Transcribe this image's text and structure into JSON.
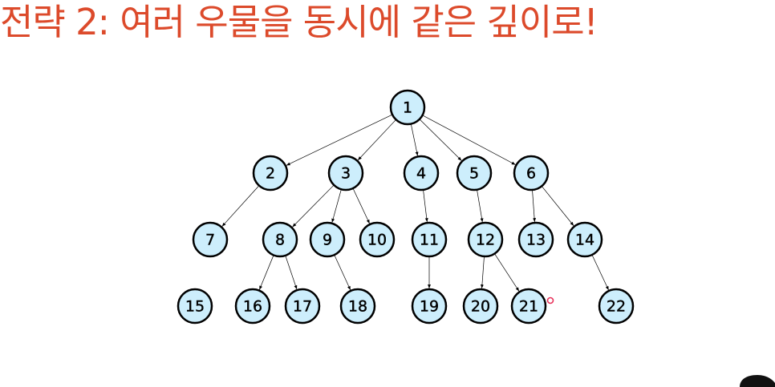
{
  "slide": {
    "title": "전략 2: 여러 우물을 동시에 같은 깊이로!"
  },
  "colors": {
    "title": "#dc4a2b",
    "node_fill": "#cdeefc",
    "node_stroke": "#000000",
    "edge": "#000000",
    "cursor": "#e8325a"
  },
  "tree": {
    "nodes": [
      {
        "id": "1",
        "label": "1"
      },
      {
        "id": "2",
        "label": "2"
      },
      {
        "id": "3",
        "label": "3"
      },
      {
        "id": "4",
        "label": "4"
      },
      {
        "id": "5",
        "label": "5"
      },
      {
        "id": "6",
        "label": "6"
      },
      {
        "id": "7",
        "label": "7"
      },
      {
        "id": "8",
        "label": "8"
      },
      {
        "id": "9",
        "label": "9"
      },
      {
        "id": "10",
        "label": "10"
      },
      {
        "id": "11",
        "label": "11"
      },
      {
        "id": "12",
        "label": "12"
      },
      {
        "id": "13",
        "label": "13"
      },
      {
        "id": "14",
        "label": "14"
      },
      {
        "id": "15",
        "label": "15"
      },
      {
        "id": "16",
        "label": "16"
      },
      {
        "id": "17",
        "label": "17"
      },
      {
        "id": "18",
        "label": "18"
      },
      {
        "id": "19",
        "label": "19"
      },
      {
        "id": "20",
        "label": "20"
      },
      {
        "id": "21",
        "label": "21"
      },
      {
        "id": "22",
        "label": "22"
      }
    ],
    "edges": [
      {
        "from": "1",
        "to": "2"
      },
      {
        "from": "1",
        "to": "3"
      },
      {
        "from": "1",
        "to": "4"
      },
      {
        "from": "1",
        "to": "5"
      },
      {
        "from": "1",
        "to": "6"
      },
      {
        "from": "2",
        "to": "7"
      },
      {
        "from": "3",
        "to": "8"
      },
      {
        "from": "3",
        "to": "9"
      },
      {
        "from": "3",
        "to": "10"
      },
      {
        "from": "4",
        "to": "11"
      },
      {
        "from": "5",
        "to": "12"
      },
      {
        "from": "6",
        "to": "13"
      },
      {
        "from": "6",
        "to": "14"
      },
      {
        "from": "8",
        "to": "16"
      },
      {
        "from": "8",
        "to": "17"
      },
      {
        "from": "9",
        "to": "18"
      },
      {
        "from": "11",
        "to": "19"
      },
      {
        "from": "12",
        "to": "20"
      },
      {
        "from": "12",
        "to": "21"
      },
      {
        "from": "14",
        "to": "22"
      }
    ]
  }
}
